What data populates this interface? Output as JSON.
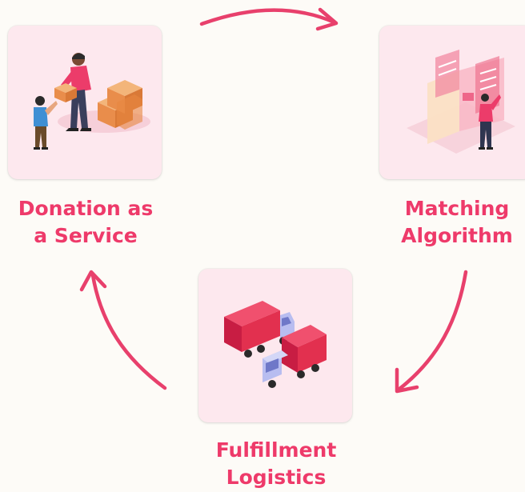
{
  "steps": [
    {
      "label": "Donation as\na Service",
      "icon": "donation-illustration"
    },
    {
      "label": "Matching\nAlgorithm",
      "icon": "matching-illustration"
    },
    {
      "label": "Fulfillment\nLogistics",
      "icon": "trucks-illustration"
    }
  ],
  "colors": {
    "accent": "#ee3a6a",
    "card": "#fde8ee",
    "background": "#fdfbf7"
  }
}
